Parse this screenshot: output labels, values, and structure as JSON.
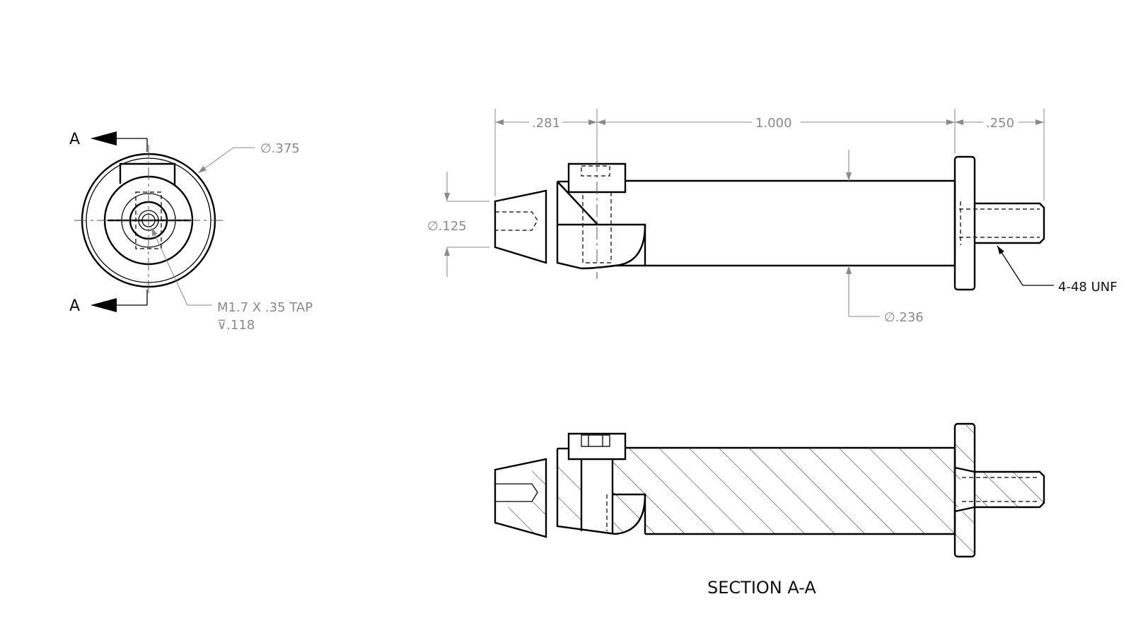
{
  "dimensions": {
    "d_281": ".281",
    "d_1000": "1.000",
    "d_250": ".250",
    "dia_375": "∅.375",
    "dia_125": "∅.125",
    "dia_236": "∅.236",
    "thread_unf": "4-48 UNF",
    "tap_line1": "M1.7 X .35 TAP",
    "tap_line2": "⊽.118"
  },
  "section_marks": {
    "top": "A",
    "bottom": "A"
  },
  "section_title": "SECTION A-A"
}
